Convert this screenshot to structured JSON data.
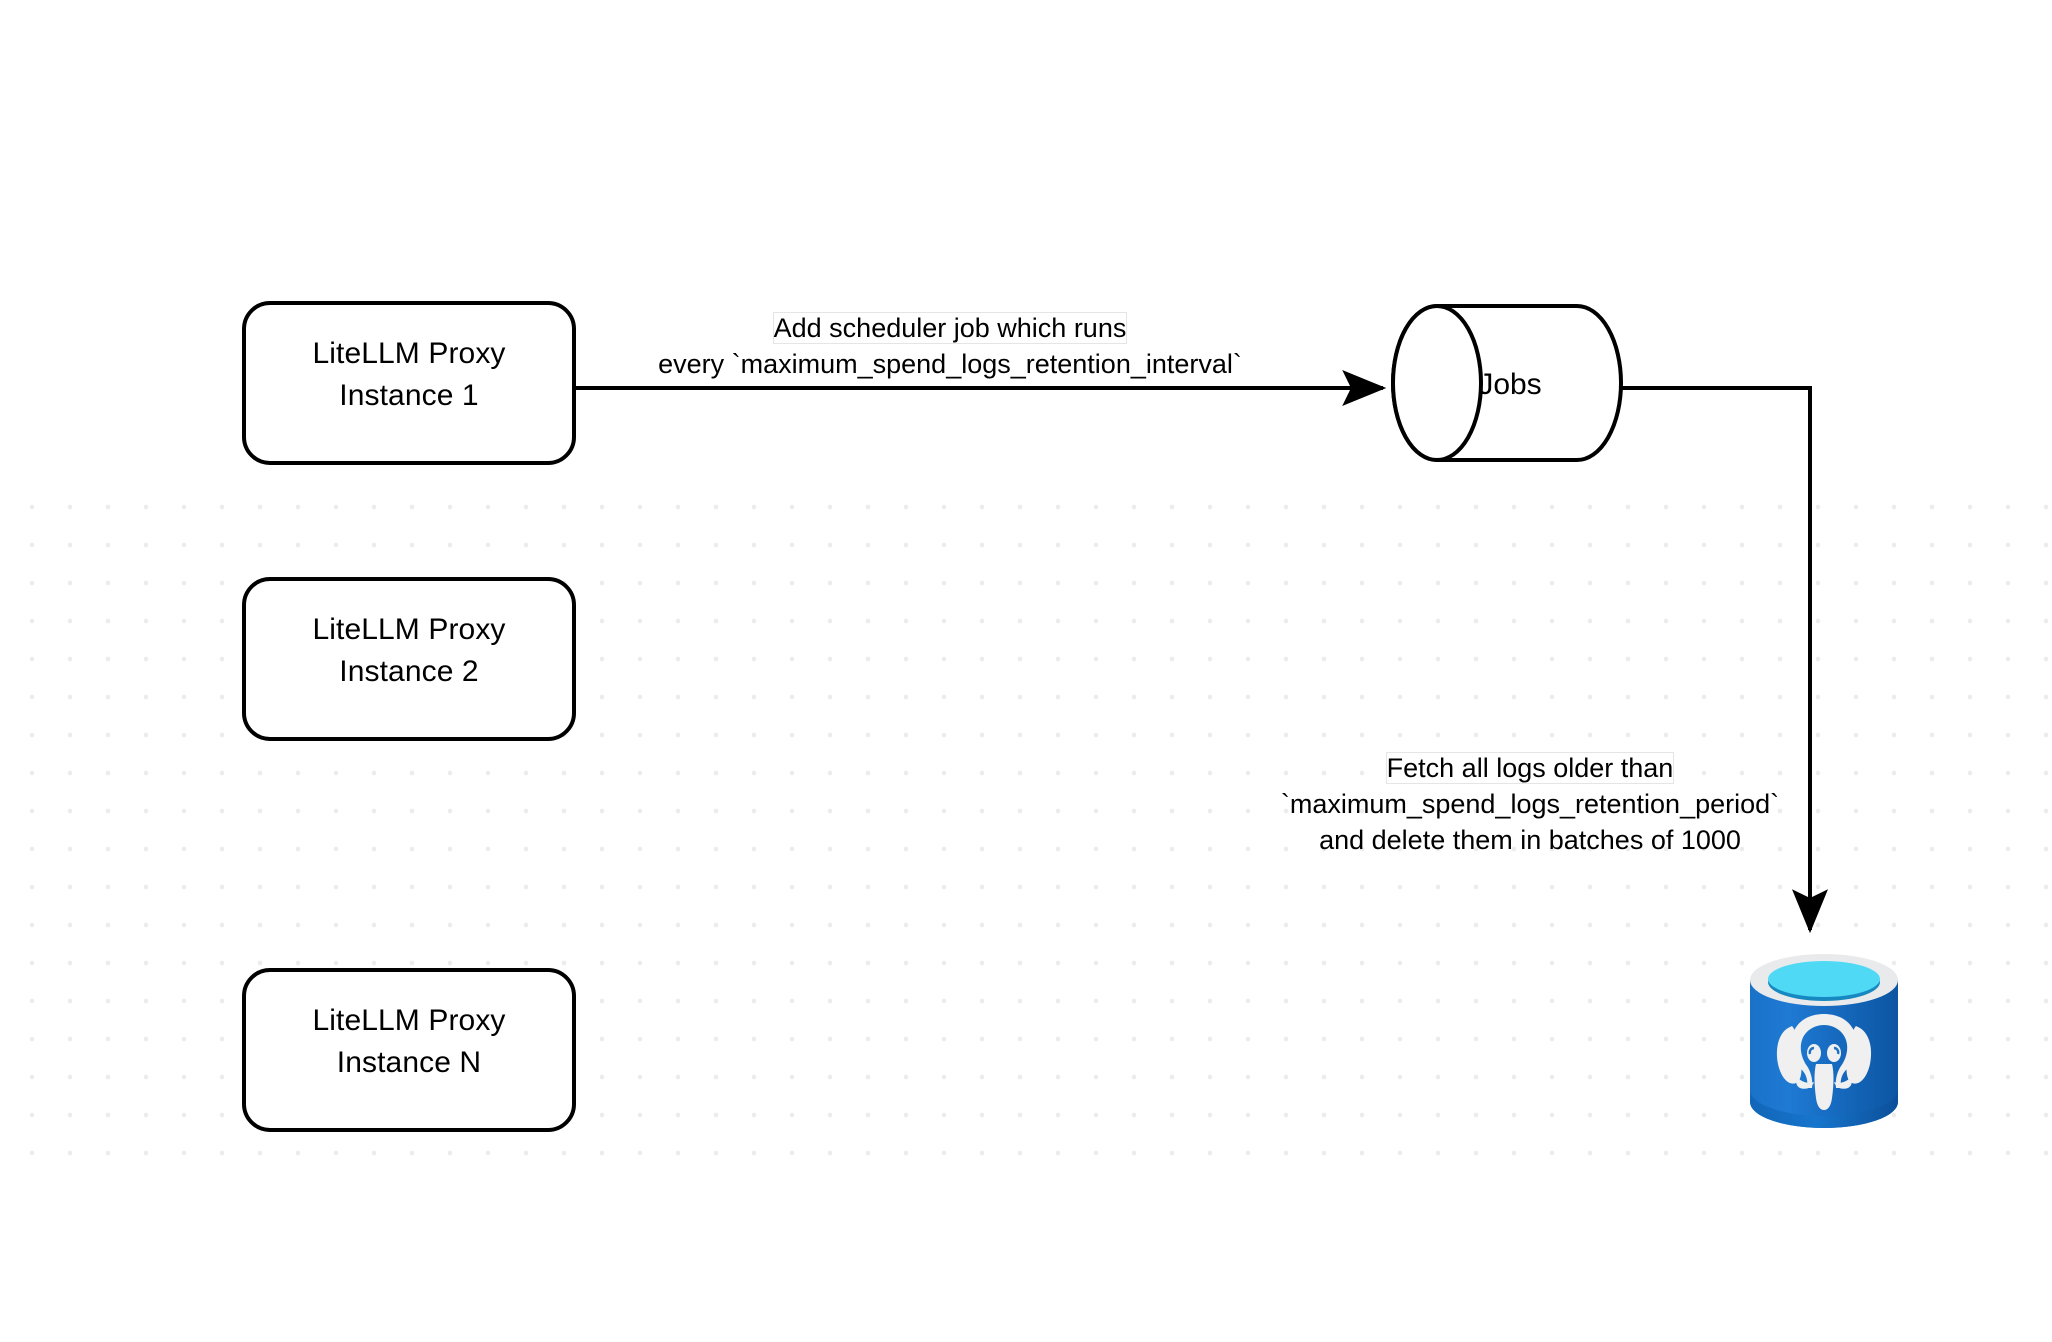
{
  "diagram": {
    "title": "LiteLLM spend logs retention scheduler flow",
    "background_color": "#ffffff",
    "grid_dot_color": "#ececec",
    "stroke_color": "#000000"
  },
  "nodes": {
    "proxy_instances": [
      {
        "id": "proxy-1",
        "line1": "LiteLLM Proxy",
        "line2": "Instance 1",
        "shape": "rounded-rectangle"
      },
      {
        "id": "proxy-2",
        "line1": "LiteLLM Proxy",
        "line2": "Instance 2",
        "shape": "rounded-rectangle"
      },
      {
        "id": "proxy-3",
        "line1": "LiteLLM Proxy",
        "line2": "Instance N",
        "shape": "rounded-rectangle"
      }
    ],
    "jobs": {
      "id": "jobs-cylinder",
      "label": "Jobs",
      "shape": "cylinder-horizontal"
    },
    "database": {
      "id": "postgres-database",
      "icon": "postgresql-elephant-icon",
      "shape": "cylinder-vertical",
      "colors": {
        "body_light": "#1a72c8",
        "body_dark": "#0f5aa8",
        "rim": "#e9eaec",
        "liquid_top": "#4fd9f5",
        "liquid_shadow": "#1789c0",
        "elephant": "#f0f0f0"
      }
    }
  },
  "edges": [
    {
      "id": "edge-proxy1-to-jobs",
      "from": "proxy-1",
      "to": "jobs-cylinder",
      "arrow": "filled-triangle",
      "label_line1": "Add scheduler job which runs",
      "label_line2": "every `maximum_spend_logs_retention_interval`"
    },
    {
      "id": "edge-jobs-to-database",
      "from": "jobs-cylinder",
      "to": "postgres-database",
      "arrow": "filled-triangle",
      "label_line1": "Fetch all logs older than",
      "label_line2": "`maximum_spend_logs_retention_period`",
      "label_line3": "and delete them in batches of 1000"
    }
  ]
}
